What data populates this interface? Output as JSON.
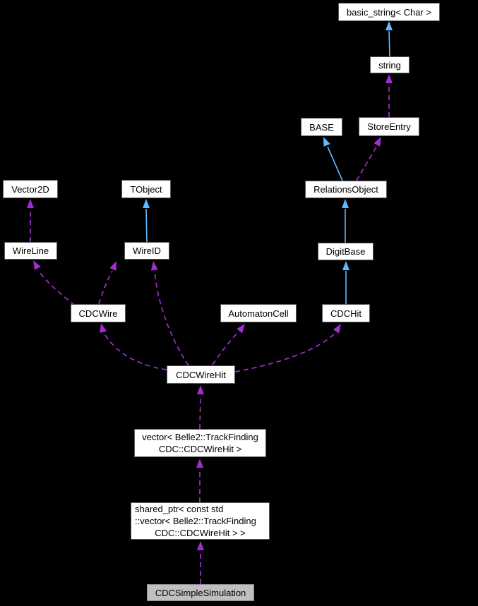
{
  "diagram": {
    "type": "class-collaboration-graph",
    "colors": {
      "background": "#000000",
      "node_fill": "#ffffff",
      "node_border": "#5a5a5a",
      "node_text": "#000000",
      "highlight_fill": "#bfbfbf",
      "highlight_border": "#8c8c8c",
      "inheritance_edge": "#63b8ff",
      "usage_edge": "#a32cd4"
    },
    "nodes": [
      {
        "id": "basic-string",
        "label": "basic_string< Char >"
      },
      {
        "id": "string",
        "label": "string"
      },
      {
        "id": "base",
        "label": "BASE"
      },
      {
        "id": "store-entry",
        "label": "StoreEntry"
      },
      {
        "id": "relations-object",
        "label": "RelationsObject"
      },
      {
        "id": "digit-base",
        "label": "DigitBase"
      },
      {
        "id": "vector2d",
        "label": "Vector2D"
      },
      {
        "id": "tobject",
        "label": "TObject"
      },
      {
        "id": "wire-line",
        "label": "WireLine"
      },
      {
        "id": "wire-id",
        "label": "WireID"
      },
      {
        "id": "cdc-wire",
        "label": "CDCWire"
      },
      {
        "id": "automaton-cell",
        "label": "AutomatonCell"
      },
      {
        "id": "cdc-hit",
        "label": "CDCHit"
      },
      {
        "id": "cdc-wire-hit",
        "label": "CDCWireHit"
      },
      {
        "id": "vector-cdcwirehit",
        "lines": [
          "vector< Belle2::TrackFinding",
          "CDC::CDCWireHit >"
        ]
      },
      {
        "id": "shared-ptr-vector",
        "lines": [
          "shared_ptr< const std",
          "::vector< Belle2::TrackFinding",
          "CDC::CDCWireHit > >"
        ]
      },
      {
        "id": "cdc-simple-simulation",
        "label": "CDCSimpleSimulation",
        "highlight": true
      }
    ],
    "edges": [
      {
        "from": "string",
        "to": "basic_string< Char >",
        "relation": "inheritance",
        "style": "solid-blue"
      },
      {
        "from": "RelationsObject",
        "to": "BASE",
        "relation": "inheritance",
        "style": "solid-blue"
      },
      {
        "from": "DigitBase",
        "to": "RelationsObject",
        "relation": "inheritance",
        "style": "solid-blue"
      },
      {
        "from": "CDCHit",
        "to": "DigitBase",
        "relation": "inheritance",
        "style": "solid-blue"
      },
      {
        "from": "WireID",
        "to": "TObject",
        "relation": "inheritance",
        "style": "solid-blue"
      },
      {
        "from": "StoreEntry",
        "to": "string",
        "relation": "usage",
        "style": "dashed-purple"
      },
      {
        "from": "RelationsObject",
        "to": "StoreEntry",
        "relation": "usage",
        "style": "dashed-purple"
      },
      {
        "from": "WireLine",
        "to": "Vector2D",
        "relation": "usage",
        "style": "dashed-purple"
      },
      {
        "from": "CDCWire",
        "to": "WireLine",
        "relation": "usage",
        "style": "dashed-purple"
      },
      {
        "from": "CDCWire",
        "to": "WireID",
        "relation": "usage",
        "style": "dashed-purple"
      },
      {
        "from": "CDCWireHit",
        "to": "CDCWire",
        "relation": "usage",
        "style": "dashed-purple"
      },
      {
        "from": "CDCWireHit",
        "to": "WireID",
        "relation": "usage",
        "style": "dashed-purple"
      },
      {
        "from": "CDCWireHit",
        "to": "AutomatonCell",
        "relation": "usage",
        "style": "dashed-purple"
      },
      {
        "from": "CDCWireHit",
        "to": "CDCHit",
        "relation": "usage",
        "style": "dashed-purple"
      },
      {
        "from": "vector< Belle2::TrackFindingCDC::CDCWireHit >",
        "to": "CDCWireHit",
        "relation": "usage",
        "style": "dashed-purple"
      },
      {
        "from": "shared_ptr< const std::vector< Belle2::TrackFindingCDC::CDCWireHit > >",
        "to": "vector< Belle2::TrackFindingCDC::CDCWireHit >",
        "relation": "usage",
        "style": "dashed-purple"
      },
      {
        "from": "CDCSimpleSimulation",
        "to": "shared_ptr< const std::vector< Belle2::TrackFindingCDC::CDCWireHit > >",
        "relation": "usage",
        "style": "dashed-purple"
      }
    ]
  }
}
